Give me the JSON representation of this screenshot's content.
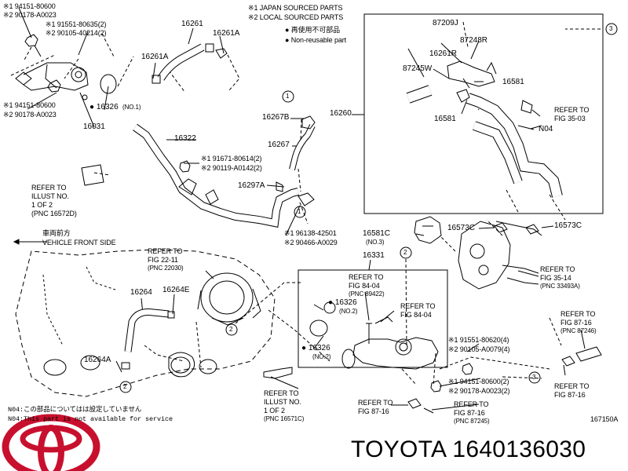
{
  "legend": {
    "l1": "※1 JAPAN SOURCED PARTS",
    "l2": "※2 LOCAL SOURCED PARTS",
    "l3": "● 再使用不可部品",
    "l4": "● Non-reusable part"
  },
  "labels": {
    "a1": "※1 94151-80600",
    "a2": "※2 90178-A0023",
    "a3": "※1 91551-80635(2)",
    "a4": "※2 90105-40214(2)",
    "p16261": "16261",
    "p16261A1": "16261A",
    "p16261A2": "16261A",
    "b1": "※1 94151-80600",
    "b2": "※2 90178-A0023",
    "p16326a": "● 16326",
    "p16326a_note": "(NO.1)",
    "p16031": "16031",
    "p16322": "16322",
    "c1": "※1 91671-80614(2)",
    "c2": "※2 90119-A0142(2)",
    "d1": "REFER TO",
    "d2": "ILLUST NO.",
    "d3": "1 OF 2",
    "d4": "(PNC 16572D)",
    "p16267B": "16267B",
    "p16267": "16267",
    "p16297A": "16297A",
    "p16260": "16260",
    "e1": "※1 96138-42501",
    "e2": "※2 90466-A0029",
    "p87209J": "87209J",
    "p87248R": "87248R",
    "p16261R": "16261R",
    "p87245W": "87245W",
    "p16581a": "16581",
    "p16581b": "16581",
    "f1": "REFER TO",
    "f2": "FIG 35-03",
    "n04": "N04",
    "dir1": "車両前方",
    "dir2": "VEHICLE FRONT SIDE",
    "g1": "REFER TO",
    "g2": "FIG 22-11",
    "g3": "(PNC 22030)",
    "p16264": "16264",
    "p16264E": "16264E",
    "p16264A": "16264A",
    "p16581C": "16581C",
    "p16581C_note": "(NO.3)",
    "p16331": "16331",
    "h1": "REFER TO",
    "h2": "FIG 84-04",
    "h3": "(PNC 89422)",
    "p16326b": "● 16326",
    "p16326b_note": "(NO.2)",
    "i1": "REFER TO",
    "i2": "FIG 84-04",
    "p16326c": "● 16326",
    "p16326c_note": "(NO.2)",
    "p16573C1": "16573C",
    "p16573C2": "16573C",
    "j1": "REFER TO",
    "j2": "FIG 35-14",
    "j3": "(PNC 33493A)",
    "k1": "REFER TO",
    "k2": "FIG 87-16",
    "k3": "(PNC 87246)",
    "m1": "※1 91551-80620(4)",
    "m2": "※2 90105-A0079(4)",
    "m3": "※1 94151-80600(2)",
    "m4": "※2 90178-A0023(2)",
    "o1": "REFER TO",
    "o2": "ILLUST NO.",
    "o3": "1 OF 2",
    "o4": "(PNC 16571C)",
    "q1": "REFER TO",
    "q2": "FIG 87-16",
    "r1": "REFER TO",
    "r2": "FIG 87-16",
    "r3": "(PNC 87245)",
    "s1": "REFER TO",
    "s2": "FIG 87-16",
    "note1": "N04:この部品についてはは設定していません",
    "note2": "N04:This part is not available for service",
    "code": "167150A",
    "c_1a": "1",
    "c_1b": "1",
    "c_2a": "2",
    "c_2b": "2",
    "c_2c": "2",
    "c_3a": "3",
    "c_3b": "3"
  },
  "brand": "TOYOTA 1640136030"
}
